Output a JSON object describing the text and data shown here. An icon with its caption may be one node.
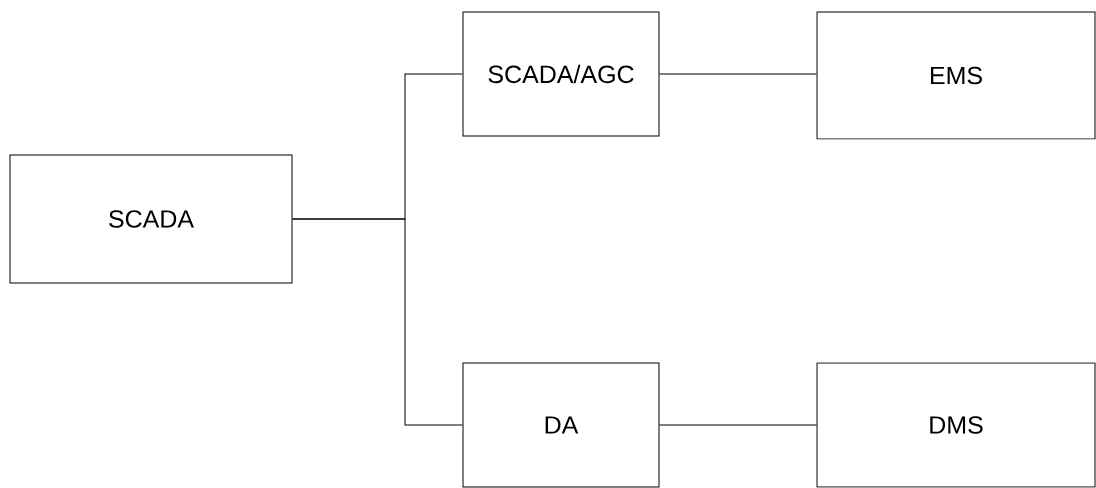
{
  "diagram": {
    "nodes": [
      {
        "text": [
          "SCADA"
        ]
      },
      {
        "text": [
          "SCADA/AGC"
        ]
      },
      {
        "text": [
          "EMS"
        ]
      },
      {
        "text": [
          "DA"
        ]
      },
      {
        "text": [
          "DMS"
        ]
      }
    ],
    "edges": [
      {
        "from": 0,
        "to": 1,
        "arrow": "none"
      },
      {
        "from": 0,
        "to": 3,
        "arrow": "none"
      },
      {
        "from": 1,
        "to": 2,
        "arrow": "none"
      },
      {
        "from": 3,
        "to": 4,
        "arrow": "none"
      }
    ]
  }
}
